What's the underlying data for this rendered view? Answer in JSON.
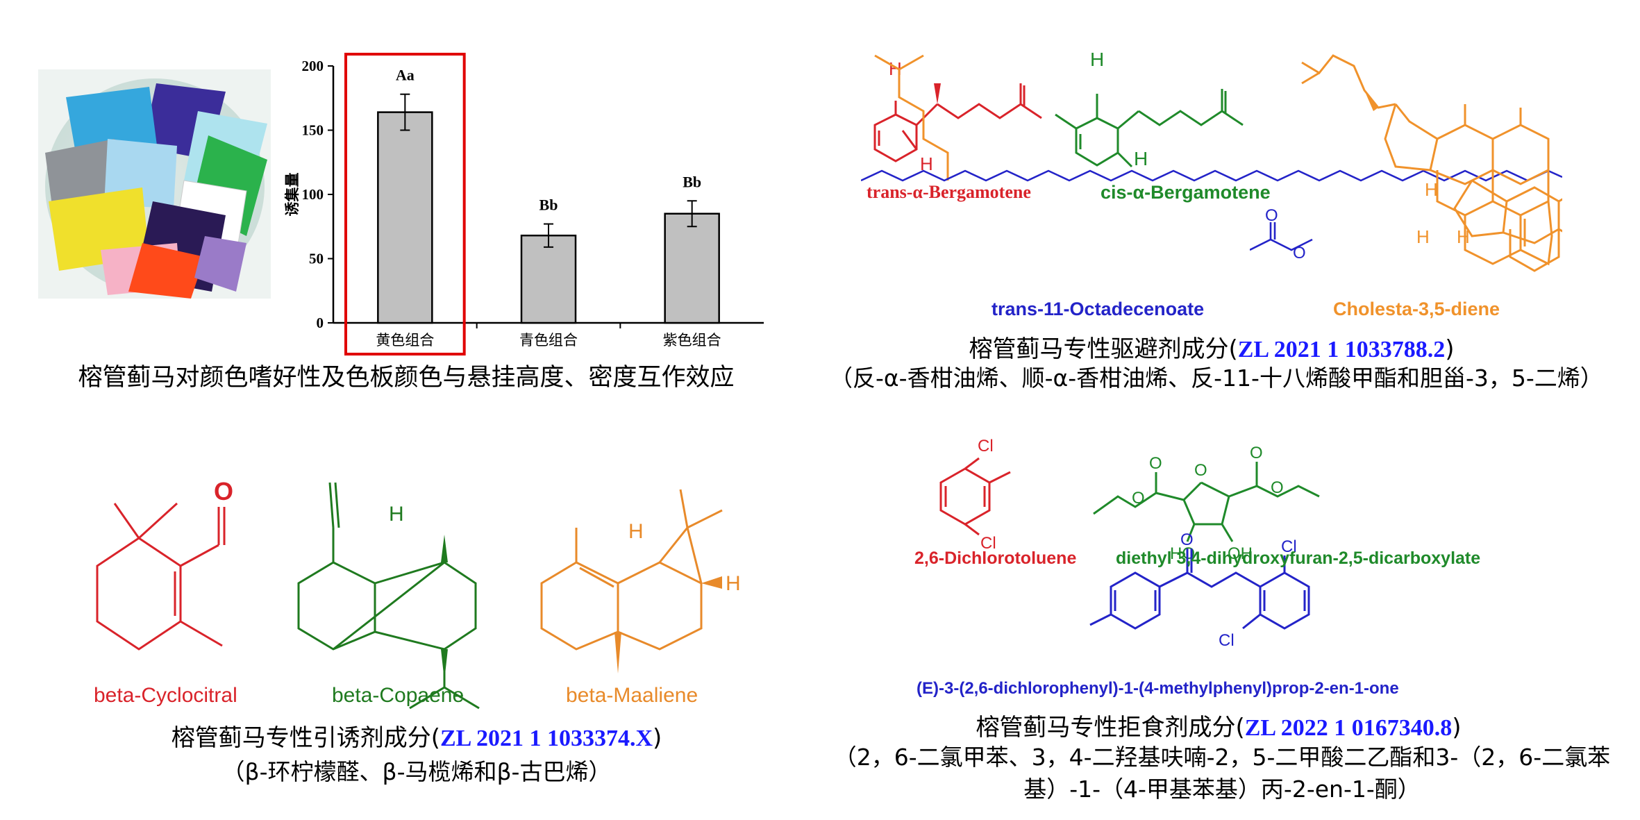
{
  "panel_a": {
    "chart_data": {
      "type": "bar",
      "categories": [
        "黄色组合",
        "青色组合",
        "紫色组合"
      ],
      "values": [
        164,
        68,
        85
      ],
      "errors": [
        14,
        9,
        10
      ],
      "letters": [
        "Aa",
        "Bb",
        "Bb"
      ],
      "ylabel": "诱集量",
      "yticks": [
        "200",
        "150",
        "100",
        "50",
        "0"
      ],
      "ylim": [
        0,
        200
      ],
      "highlight": "黄色组合"
    },
    "caption": "榕管蓟马对颜色嗜好性及色板颜色与悬挂高度、密度互作效应",
    "colors": {
      "bar": "#c0c0c0",
      "highlight_box": "#e00000"
    }
  },
  "panel_b": {
    "molecules": [
      {
        "name": "trans-α-Bergamotene",
        "color": "#d9232a"
      },
      {
        "name": "cis-α-Bergamotene",
        "color": "#1f8a2a"
      },
      {
        "name": "trans-11-Octadecenoate",
        "color": "#2323c8"
      },
      {
        "name": "Cholesta-3,5-diene",
        "color": "#f0922b"
      }
    ],
    "caption_prefix": "榕管蓟马专性驱避剂成分(",
    "patent": "ZL 2021 1 1033788.2",
    "caption_suffix": ")",
    "subcaption": "（反-α-香柑油烯、顺-α-香柑油烯、反-11-十八烯酸甲酯和胆甾-3，5-二烯）"
  },
  "panel_c": {
    "molecules": [
      {
        "name": "beta-Cyclocitral",
        "color": "#d9232a"
      },
      {
        "name": "beta-Copaene",
        "color": "#1f7a1f"
      },
      {
        "name": "beta-Maaliene",
        "color": "#e88a2a"
      }
    ],
    "caption_prefix": "榕管蓟马专性引诱剂成分(",
    "patent": "ZL 2021 1 1033374.X",
    "caption_suffix": ")",
    "subcaption": "（β-环柠檬醛、β-马榄烯和β-古巴烯）"
  },
  "panel_d": {
    "molecules": [
      {
        "name": "2,6-Dichlorotoluene",
        "color": "#d9232a"
      },
      {
        "name": "diethyl 3,4-dihydroxyfuran-2,5-dicarboxylate",
        "color": "#1f8a2a"
      },
      {
        "name": "(E)-3-(2,6-dichlorophenyl)-1-(4-methylphenyl)prop-2-en-1-one",
        "color": "#2323c8"
      }
    ],
    "atoms": {
      "cl": "Cl",
      "o": "O",
      "oh": "OH",
      "h": "H",
      "ho": "HO"
    },
    "caption_prefix": "榕管蓟马专性拒食剂成分(",
    "patent": "ZL 2022 1 0167340.8",
    "caption_suffix": ")",
    "subcaption": "（2，6-二氯甲苯、3，4-二羟基呋喃-2，5-二甲酸二乙酯和3-（2，6-二氯苯基）-1-（4-甲基苯基）丙-2-en-1-酮）"
  }
}
